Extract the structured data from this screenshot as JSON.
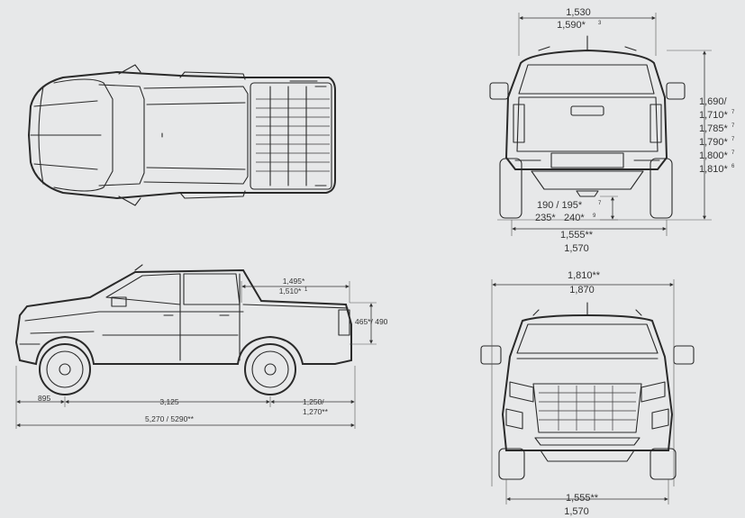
{
  "dimensions": {
    "rear_track_top": "1,530",
    "rear_track_top_alt": "1,590*",
    "rear_track_top_note": "3",
    "height_values": [
      "1,690/",
      "1,710*",
      "1,785*",
      "1,790*",
      "1,800*",
      "1,810*"
    ],
    "height_notes": [
      "",
      "7",
      "7",
      "7",
      "7",
      "6"
    ],
    "ground_clearance_1": "190 / 195*",
    "ground_clearance_1_note": "7",
    "ground_clearance_2": "235*",
    "ground_clearance_2_b": "240*",
    "ground_clearance_2_note": "9",
    "rear_track_bottom": "1,555**",
    "rear_track_bottom_2": "1,570",
    "bed_length": "1,495*",
    "bed_length_2": "1,510*",
    "bed_length_2_note": "1",
    "bed_height": "465*/ 490",
    "front_overhang": "895",
    "wheelbase": "3,125",
    "rear_overhang": "1,250/",
    "rear_overhang_2": "1,270**",
    "overall_length": "5,270 / 5290**",
    "front_width_1": "1,810**",
    "front_width_2": "1,870",
    "front_track_1": "1,555**",
    "front_track_2": "1,570"
  }
}
